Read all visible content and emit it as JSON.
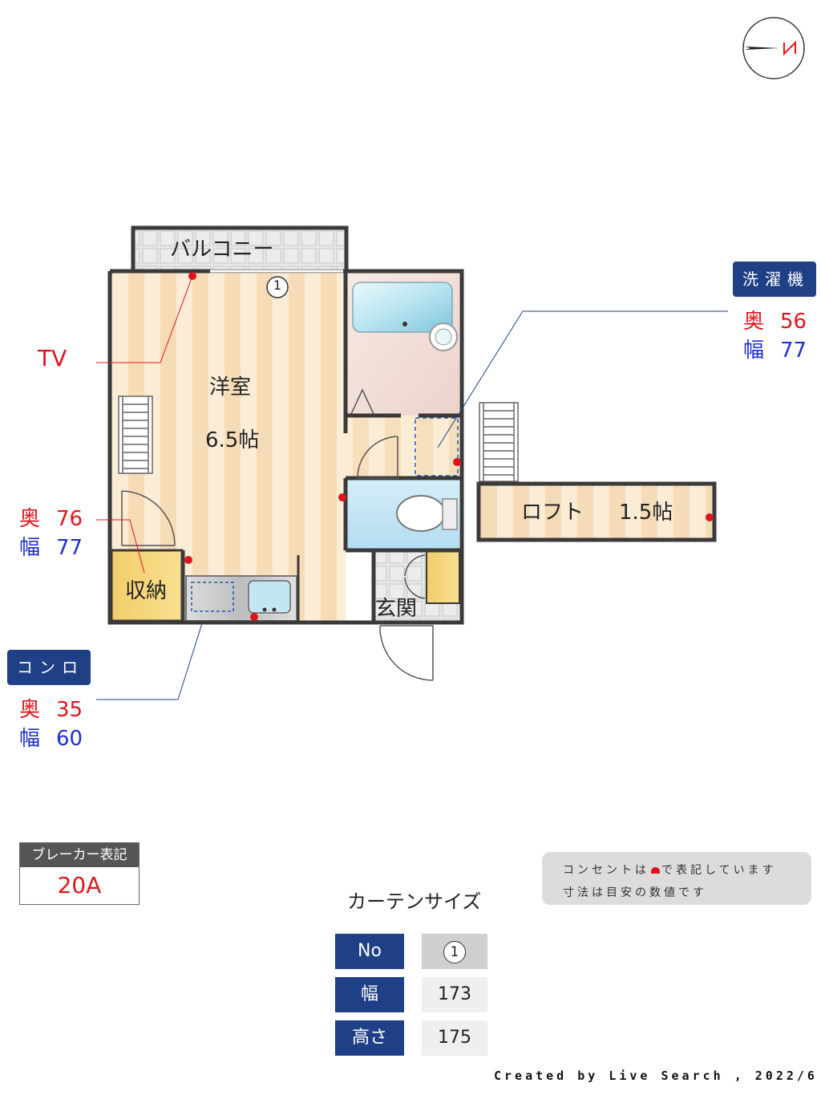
{
  "compass": {
    "label": "N"
  },
  "rooms": {
    "balcony": "バルコニー",
    "western_room": "洋室",
    "western_size": "6.5帖",
    "storage": "収納",
    "entrance": "玄関",
    "loft": "ロフト",
    "loft_size": "1.5帖",
    "curtain_marker": "1"
  },
  "tv_label": "TV",
  "washer": {
    "badge": "洗濯機",
    "depth_label": "奥",
    "depth": "56",
    "width_label": "幅",
    "width": "77"
  },
  "storage_dims": {
    "depth_label": "奥",
    "depth": "76",
    "width_label": "幅",
    "width": "77"
  },
  "stove": {
    "badge": "コンロ",
    "depth_label": "奥",
    "depth": "35",
    "width_label": "幅",
    "width": "60"
  },
  "breaker": {
    "header": "ブレーカー表記",
    "value": "20A"
  },
  "notes": {
    "line1_prefix": "コンセントは",
    "line1_suffix": "で表記しています",
    "line2": "寸法は目安の数値です"
  },
  "curtain": {
    "title": "カーテンサイズ",
    "rows": [
      {
        "label": "No",
        "value": "1"
      },
      {
        "label": "幅",
        "value": "173"
      },
      {
        "label": "高さ",
        "value": "175"
      }
    ]
  },
  "credit": "Created by Live Search , 2022/6",
  "colors": {
    "badge": "#1f3f86",
    "outlet": "#e1141c",
    "depth": "#e1141c",
    "width": "#1d2fd0",
    "wall": "#3a3a3a"
  }
}
